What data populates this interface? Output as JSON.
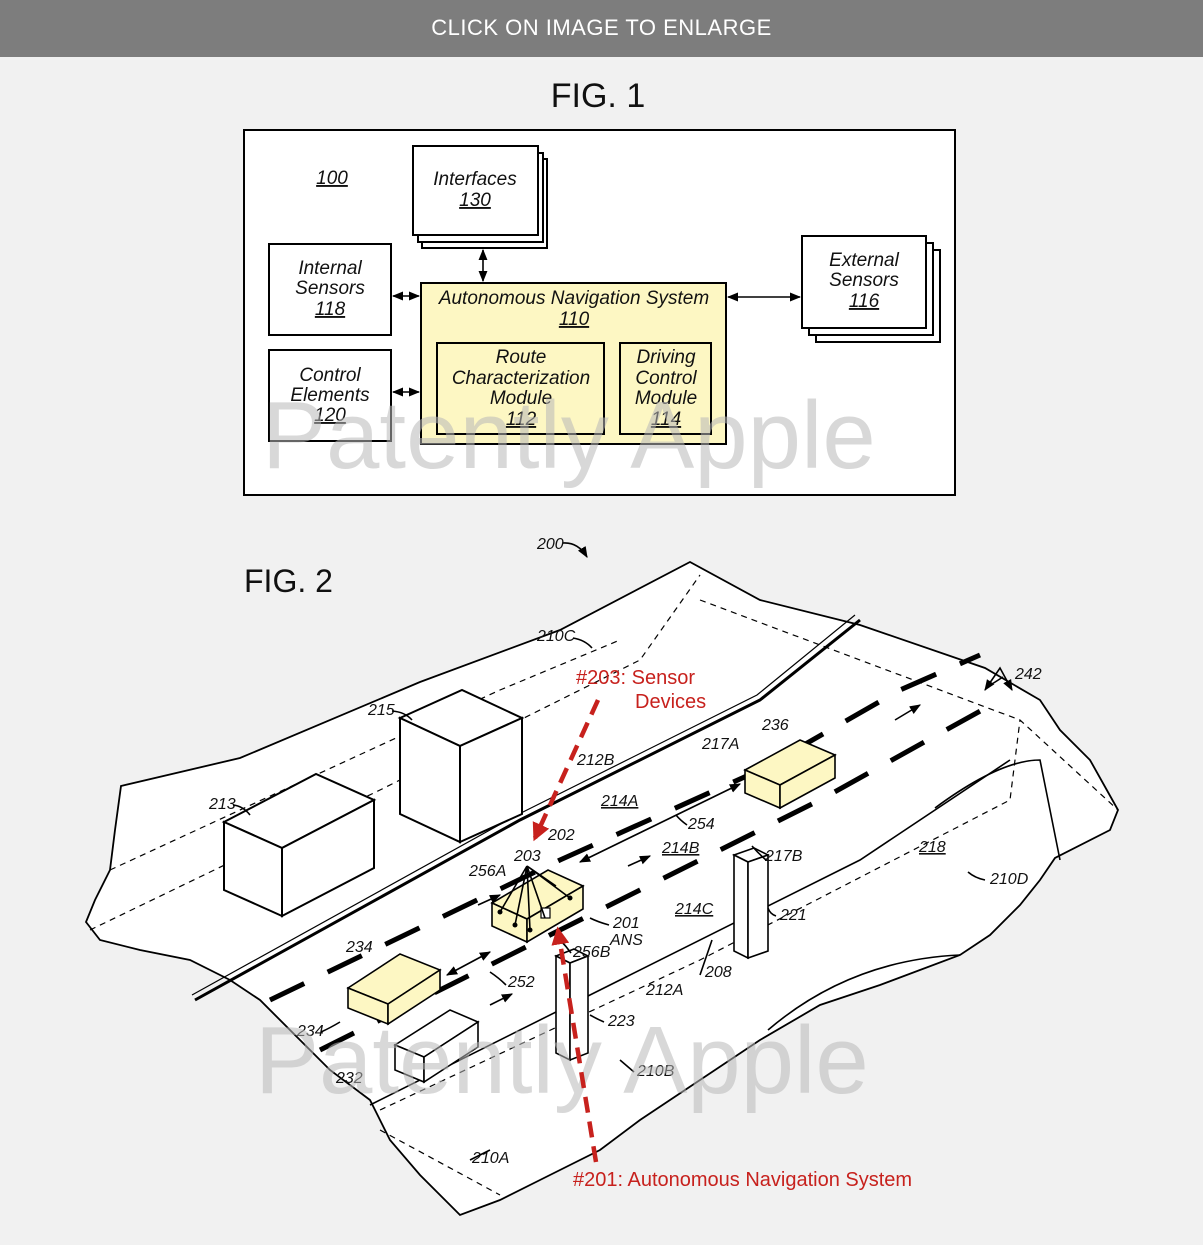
{
  "banner": {
    "text": "CLICK ON IMAGE TO ENLARGE"
  },
  "watermark": {
    "text": "Patently Apple"
  },
  "fig1": {
    "title": "FIG. 1",
    "ref": "100",
    "interfaces": {
      "name": "Interfaces",
      "num": "130"
    },
    "internal_sensors": {
      "line1": "Internal",
      "line2": "Sensors",
      "num": "118"
    },
    "control_elements": {
      "line1": "Control",
      "line2": "Elements",
      "num": "120"
    },
    "ans": {
      "name": "Autonomous Navigation System",
      "num": "110"
    },
    "route_module": {
      "line1": "Route",
      "line2": "Characterization",
      "line3": "Module",
      "num": "112"
    },
    "driving_module": {
      "line1": "Driving",
      "line2": "Control",
      "line3": "Module",
      "num": "114"
    },
    "external_sensors": {
      "line1": "External",
      "line2": "Sensors",
      "num": "116"
    }
  },
  "fig2": {
    "title": "FIG. 2",
    "ref": "200",
    "labels": {
      "l210C": "210C",
      "l242": "242",
      "l215": "215",
      "l212B": "212B",
      "l217A": "217A",
      "l236": "236",
      "l213": "213",
      "l214A": "214A",
      "l254": "254",
      "l202": "202",
      "l203": "203",
      "l214B": "214B",
      "l217B": "217B",
      "l218": "218",
      "l210D": "210D",
      "l256A": "256A",
      "l201": "201",
      "lANS": "ANS",
      "l214C": "214C",
      "l221": "221",
      "l256B": "256B",
      "l234a": "234",
      "l252": "252",
      "l212A": "212A",
      "l208": "208",
      "l234b": "234",
      "l223": "223",
      "l232": "232",
      "l210B": "210B",
      "l210A": "210A"
    },
    "callout_sensor": {
      "line1": "#203: Sensor",
      "line2": "Devices"
    },
    "callout_ans": "#201: Autonomous Navigation System",
    "colors": {
      "callout": "#c7211d",
      "highlight": "#fdf7c3"
    }
  }
}
